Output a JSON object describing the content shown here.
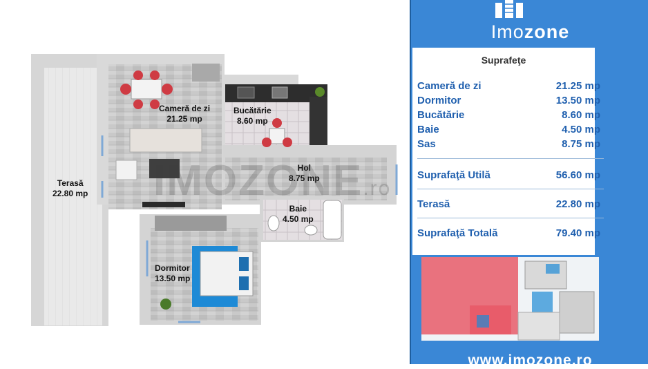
{
  "plan": {
    "rooms": [
      {
        "name": "Cameră de zi",
        "area": "21.25 mp"
      },
      {
        "name": "Bucătărie",
        "area": "8.60 mp"
      },
      {
        "name": "Terasă",
        "area": "22.80 mp"
      },
      {
        "name": "Hol",
        "area": "8.75 mp"
      },
      {
        "name": "Baie",
        "area": "4.50 mp"
      },
      {
        "name": "Dormitor",
        "area": "13.50 mp"
      }
    ],
    "watermark": {
      "main": "IMOZONE",
      "suffix": ".ro"
    }
  },
  "panel": {
    "logo": {
      "prefix": "Imo",
      "suffix": "zone"
    },
    "heading": "Suprafeţe",
    "rooms": [
      {
        "name": "Cameră de zi",
        "value": "21.25 mp"
      },
      {
        "name": "Dormitor",
        "value": "13.50 mp"
      },
      {
        "name": "Bucătărie",
        "value": "8.60 mp"
      },
      {
        "name": "Baie",
        "value": "4.50 mp"
      },
      {
        "name": "Sas",
        "value": "8.75 mp"
      }
    ],
    "util": {
      "name": "Suprafaţă Utilă",
      "value": "56.60 mp"
    },
    "terasa": {
      "name": "Terasă",
      "value": "22.80 mp"
    },
    "total": {
      "name": "Suprafaţă Totală",
      "value": "79.40 mp"
    },
    "website": "www.imozone.ro"
  },
  "colors": {
    "panel_blue": "#3a87d6",
    "text_blue": "#1f5fae",
    "highlight_red": "#e85a68",
    "carpet_blue": "#1e8ad6"
  }
}
